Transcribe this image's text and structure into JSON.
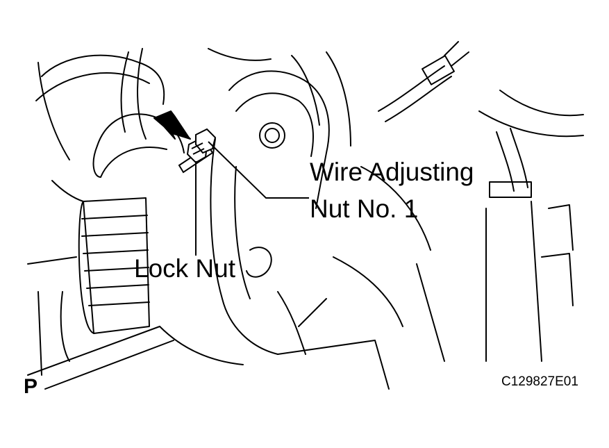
{
  "labels": {
    "wire_nut_line1": "Wire Adjusting",
    "wire_nut_line2": "Nut No. 1",
    "lock_nut": "Lock Nut",
    "figure_code": "C129827E01",
    "view_marker": "P"
  },
  "colors": {
    "ink": "#000000",
    "background": "#ffffff"
  },
  "icons": {
    "pointer": "arrow-pointer-icon"
  }
}
